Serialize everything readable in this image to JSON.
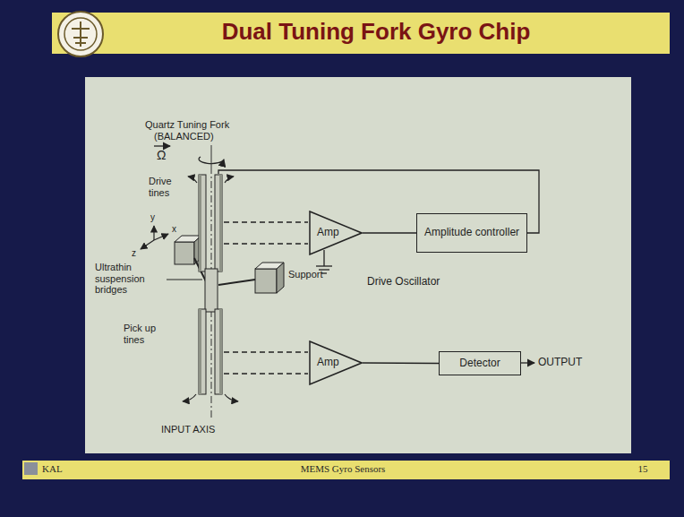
{
  "diagram": {
    "title": "Dual Tuning Fork Gyro Chip",
    "nodes": [
      {
        "text": [
          "Amp"
        ]
      },
      {
        "text": [
          "Amplitude controller"
        ]
      },
      {
        "text": [
          "Amp"
        ]
      },
      {
        "text": [
          "Detector"
        ]
      }
    ],
    "edges": [
      {
        "from": 0,
        "to": 1,
        "arrow": "none"
      },
      {
        "from": 2,
        "to": 3,
        "arrow": "none"
      }
    ],
    "labels": [
      "Quartz Tuning Fork",
      "(BALANCED)",
      "Ω",
      "Drive tines",
      "y",
      "x",
      "z",
      "Ultrathin suspension bridges",
      "Support",
      "Pick up tines",
      "INPUT AXIS",
      "Drive Oscillator",
      "OUTPUT",
      "KAL",
      "MEMS Gyro Sensors",
      "15"
    ]
  }
}
